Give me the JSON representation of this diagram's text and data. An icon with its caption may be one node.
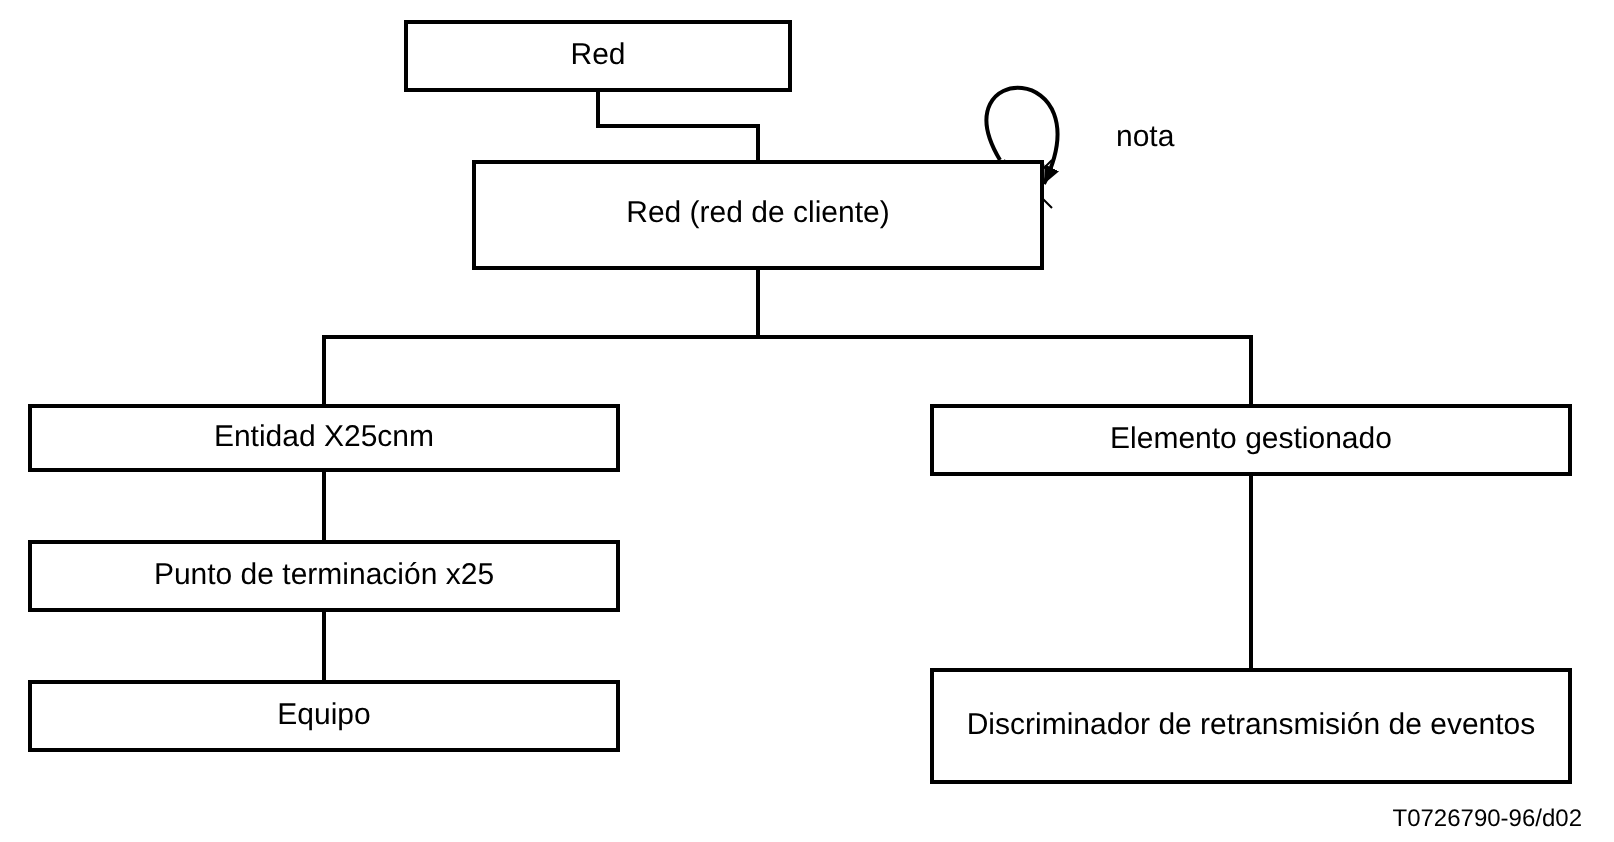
{
  "diagram": {
    "nodes": [
      {
        "text": [
          "Red"
        ]
      },
      {
        "text": [
          "Red (red de cliente)"
        ],
        "beside": [
          "nota"
        ]
      },
      {
        "text": [
          "Entidad X25cnm"
        ]
      },
      {
        "text": [
          "Punto de terminación x25"
        ]
      },
      {
        "text": [
          "Equipo"
        ]
      },
      {
        "text": [
          "Elemento gestionado"
        ]
      },
      {
        "text": [
          "Discriminador de retransmisión de eventos"
        ]
      }
    ],
    "edges": [
      {
        "from": 0,
        "to": 1,
        "arrow": "none"
      },
      {
        "from": 1,
        "to": 2,
        "arrow": "none"
      },
      {
        "from": 1,
        "to": 5,
        "arrow": "none"
      },
      {
        "from": 2,
        "to": 3,
        "arrow": "none"
      },
      {
        "from": 3,
        "to": 4,
        "arrow": "none"
      },
      {
        "from": 5,
        "to": 6,
        "arrow": "none"
      },
      {
        "from": 1,
        "to": 1,
        "arrow": "to"
      }
    ],
    "labels": [
      "T0726790-96/d02"
    ]
  }
}
